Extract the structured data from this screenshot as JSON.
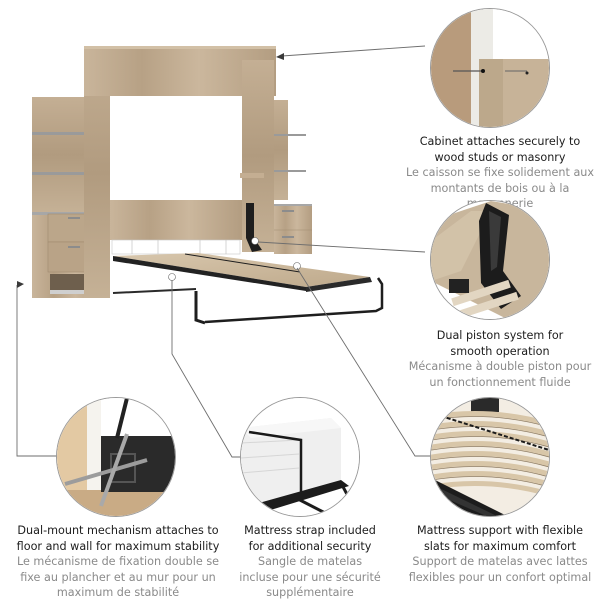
{
  "features": [
    {
      "id": "cabinet-attach",
      "icon": "wall-anchor-closeup",
      "title_en_lines": [
        "Cabinet attaches securely to",
        "wood studs or masonry"
      ],
      "title_fr_lines": [
        "Le caisson se fixe solidement aux",
        "montants de bois ou à la maçonnerie"
      ]
    },
    {
      "id": "dual-piston",
      "icon": "piston-mechanism-closeup",
      "title_en_lines": [
        "Dual piston system for",
        "smooth operation"
      ],
      "title_fr_lines": [
        "Mécanisme à double piston pour",
        "un fonctionnement fluide"
      ]
    },
    {
      "id": "dual-mount",
      "icon": "floor-wall-mount-closeup",
      "title_en_lines": [
        "Dual-mount mechanism attaches to",
        "floor and wall for maximum stability"
      ],
      "title_fr_lines": [
        "Le mécanisme de fixation double se",
        "fixe au plancher et au mur pour un",
        "maximum de stabilité"
      ]
    },
    {
      "id": "mattress-strap",
      "icon": "mattress-strap-closeup",
      "title_en_lines": [
        "Mattress strap included",
        "for additional security"
      ],
      "title_fr_lines": [
        "Sangle de matelas",
        "incluse pour une sécurité",
        "supplémentaire"
      ]
    },
    {
      "id": "flexible-slats",
      "icon": "slats-closeup",
      "title_en_lines": [
        "Mattress support with flexible",
        "slats for maximum comfort"
      ],
      "title_fr_lines": [
        "Support de matelas avec lattes",
        "flexibles pour un confort optimal"
      ]
    }
  ],
  "colors": {
    "wood": "#c2ad92",
    "wood_dark": "#a89277",
    "metal": "#1e1e1e",
    "line": "#6e6e6e",
    "text_en": "#1c1c1c",
    "text_fr": "#8a8a8a"
  }
}
